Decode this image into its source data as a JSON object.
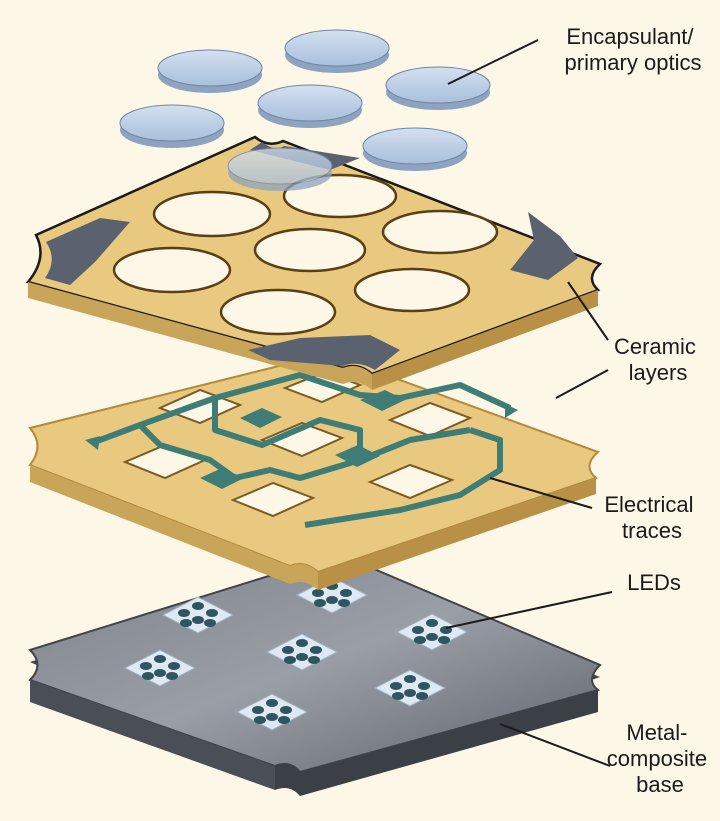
{
  "labels": {
    "encapsulant": [
      "Encapsulant/",
      "primary optics"
    ],
    "ceramic": [
      "Ceramic",
      "layers"
    ],
    "traces": [
      "Electrical",
      "traces"
    ],
    "leds": [
      "LEDs"
    ],
    "base": [
      "Metal-",
      "composite",
      "base"
    ]
  },
  "colors": {
    "background": "#fcf7e6",
    "ceramic": "#e8c97f",
    "ceramic_edge": "#b38a3a",
    "pad": "#5a6270",
    "trace": "#3e7d76",
    "optic": "#b9cbe2",
    "base": "#6a6e77",
    "led_tile": "#dfe9f3",
    "led_die": "#2f5560"
  }
}
